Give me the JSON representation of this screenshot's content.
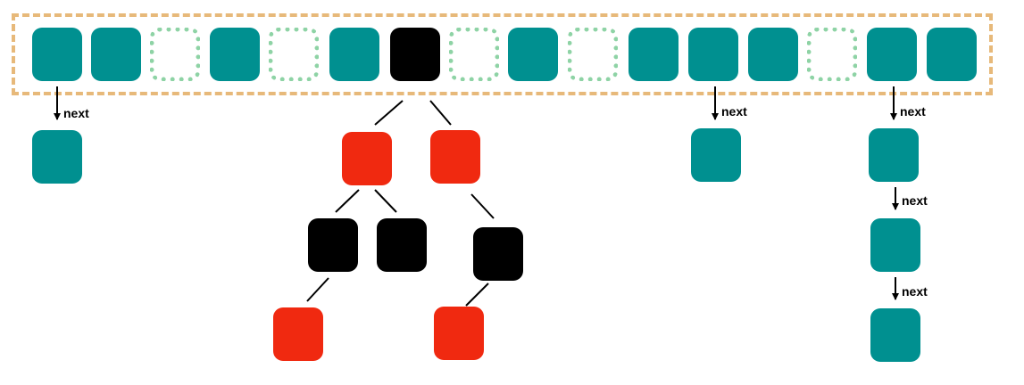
{
  "colors": {
    "occupied_bucket": "#009090",
    "empty_bucket_border": "#8ED3A5",
    "array_border": "#E7B97A",
    "black_node": "#000000",
    "red_node": "#F02910"
  },
  "buckets": [
    "teal",
    "teal",
    "empty",
    "teal",
    "empty",
    "teal",
    "black",
    "empty",
    "teal",
    "empty",
    "teal",
    "teal",
    "teal",
    "empty",
    "teal",
    "teal"
  ],
  "link_label": "next",
  "nodes": {
    "chain_under_bucket_1": [
      "teal"
    ],
    "chain_under_bucket_12": [
      "teal"
    ],
    "chain_under_bucket_15": [
      "teal",
      "teal",
      "teal"
    ],
    "tree_under_bucket_7": {
      "root": "black",
      "level1": [
        "red",
        "red"
      ],
      "level2": [
        "black",
        "black",
        "black"
      ],
      "level3": [
        "red",
        "red"
      ]
    }
  }
}
